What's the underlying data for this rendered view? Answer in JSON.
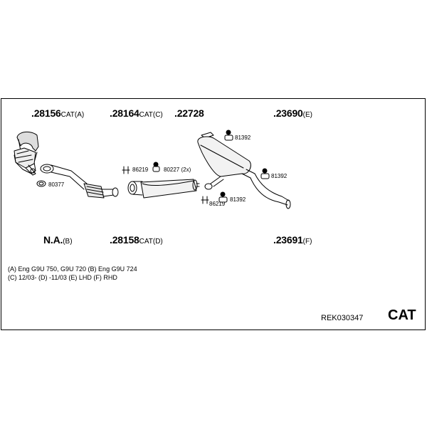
{
  "parts": {
    "p1": {
      "number": ".28156",
      "suffix": "CAT(A)"
    },
    "p2": {
      "number": ".28164",
      "suffix": "CAT(C)"
    },
    "p3": {
      "number": ".22728",
      "suffix": ""
    },
    "p4": {
      "number": ".23690",
      "suffix": "(E)"
    },
    "p5": {
      "number": "N.A.",
      "suffix": "(B)"
    },
    "p6": {
      "number": ".28158",
      "suffix": "CAT(D)"
    },
    "p7": {
      "number": ".23691",
      "suffix": "(F)"
    }
  },
  "fittings": {
    "f80377": "80377",
    "f86219a": "86219",
    "f80227": "80227 (2x)",
    "f81392a": "81392",
    "f81392b": "81392",
    "f81392c": "81392",
    "f86219b": "86219"
  },
  "notes": {
    "line1": "(A) Eng G9U 750, G9U 720 (B) Eng G9U 724",
    "line2": "(C) 12/03- (D) -11/03 (E) LHD (F) RHD"
  },
  "reference": "REK030347",
  "category": "CAT"
}
